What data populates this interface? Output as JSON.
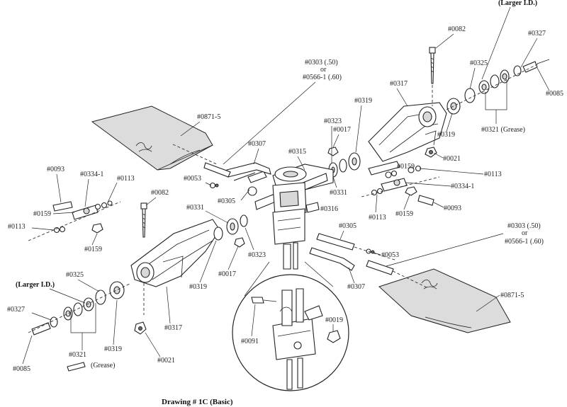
{
  "drawing_title": "Drawing # 1C (Basic)",
  "labels": {
    "top_larger_id": "(Larger I.D.)",
    "top_0082": "#0082",
    "top_0327": "#0327",
    "top_0325": "#0325",
    "top_0085": "#0085",
    "top_0317": "#0317",
    "top_0319a": "#0319",
    "top_0319b": "#0319",
    "top_0321": "#0321 (Grease)",
    "top_0021": "#0021",
    "top_0303_line1": "#0303 (.50)",
    "top_0303_or": "or",
    "top_0303_line2": "#0566-1 (.60)",
    "top_0871": "#0871-5",
    "top_0323": "#0323",
    "top_0017": "#0017",
    "top_0307": "#0307",
    "top_0315": "#0315",
    "top_0053": "#0053",
    "top_0305": "#0305",
    "top_0331": "#0331",
    "right_0159a": "#0159",
    "right_0113a": "#0113",
    "right_0334": "#0334-1",
    "right_0113b": "#0113",
    "right_0159b": "#0159",
    "right_0093": "#0093",
    "center_0316": "#0316",
    "left_0093": "#0093",
    "left_0334": "#0334-1",
    "left_0113a": "#0113",
    "left_0159a": "#0159",
    "left_0113b": "#0113",
    "left_0159b": "#0159",
    "left_0082": "#0082",
    "left_0331": "#0331",
    "left_0323": "#0323",
    "left_0017": "#0017",
    "left_0319a": "#0319",
    "left_larger_id": "(Larger I.D.)",
    "left_0325": "#0325",
    "left_0327": "#0327",
    "left_0319b": "#0319",
    "left_0317": "#0317",
    "left_0021": "#0021",
    "left_0321": "#0321",
    "left_grease": "(Grease)",
    "left_0085": "#0085",
    "bottom_0305": "#0305",
    "bottom_0303_line1": "#0303 (.50)",
    "bottom_0303_or": "or",
    "bottom_0303_line2": "#0566-1 (.60)",
    "bottom_0053": "#0053",
    "bottom_0307": "#0307",
    "bottom_0871": "#0871-5",
    "inset_0091": "#0091",
    "inset_0019": "#0019"
  }
}
